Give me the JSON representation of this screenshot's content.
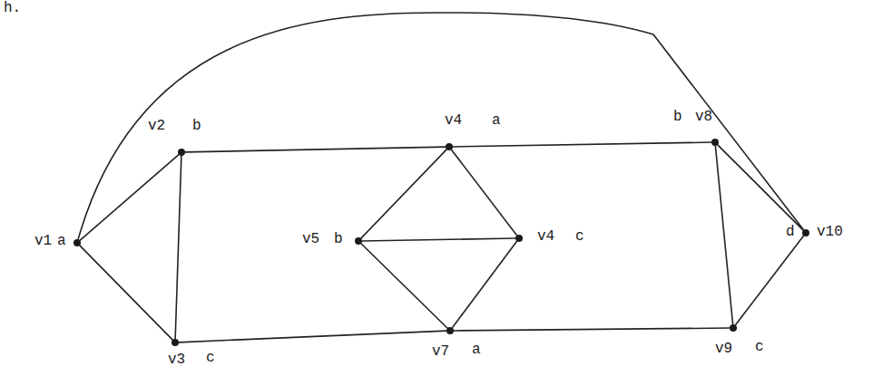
{
  "diagram": {
    "nodes": [
      {
        "text": [
          "v2",
          "b"
        ]
      },
      {
        "text": [
          "v4",
          "a"
        ]
      },
      {
        "text": [
          "v8",
          "b"
        ]
      },
      {
        "text": [
          "v1",
          "a"
        ]
      },
      {
        "text": [
          "v5",
          "b"
        ]
      },
      {
        "text": [
          "v4",
          "c"
        ]
      },
      {
        "text": [
          "v10",
          "d"
        ]
      },
      {
        "text": [
          "v3",
          "c"
        ]
      },
      {
        "text": [
          "v7",
          "a"
        ]
      },
      {
        "text": [
          "v9",
          "c"
        ]
      }
    ],
    "edges": [
      {
        "from": 3,
        "to": 0,
        "arrow": "none"
      },
      {
        "from": 3,
        "to": 7,
        "arrow": "none"
      },
      {
        "from": 3,
        "to": 6,
        "arrow": "none"
      },
      {
        "from": 0,
        "to": 7,
        "arrow": "none"
      },
      {
        "from": 0,
        "to": 1,
        "arrow": "none"
      },
      {
        "from": 1,
        "to": 2,
        "arrow": "none"
      },
      {
        "from": 1,
        "to": 4,
        "arrow": "none"
      },
      {
        "from": 1,
        "to": 5,
        "arrow": "none"
      },
      {
        "from": 4,
        "to": 5,
        "arrow": "none"
      },
      {
        "from": 4,
        "to": 8,
        "arrow": "none"
      },
      {
        "from": 5,
        "to": 8,
        "arrow": "none"
      },
      {
        "from": 7,
        "to": 8,
        "arrow": "none"
      },
      {
        "from": 8,
        "to": 9,
        "arrow": "none"
      },
      {
        "from": 2,
        "to": 9,
        "arrow": "none"
      },
      {
        "from": 2,
        "to": 6,
        "arrow": "none"
      },
      {
        "from": 9,
        "to": 6,
        "arrow": "none"
      }
    ],
    "labels": [
      "h."
    ]
  }
}
